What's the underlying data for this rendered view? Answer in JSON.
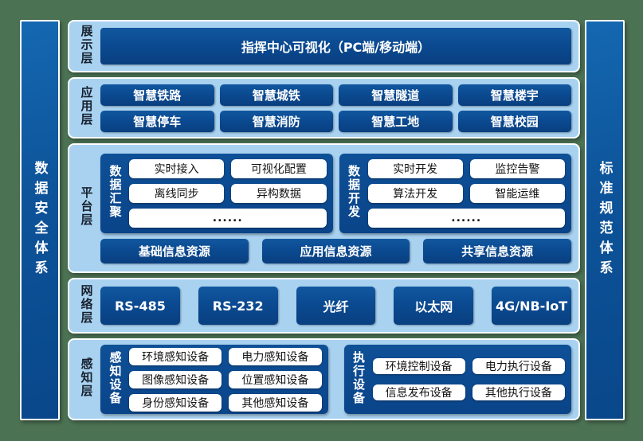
{
  "colors": {
    "background_green": "#4c7254",
    "panel_light_blue": "#a9d2f1",
    "dark_blue": "#0b4a91",
    "white": "#ffffff",
    "label_dark": "#16202e"
  },
  "sidebar_left": {
    "label": "数据安全体系"
  },
  "sidebar_right": {
    "label": "标准规范体系"
  },
  "display_layer": {
    "label": "展示层",
    "bar": "指挥中心可视化（PC端/移动端）"
  },
  "app_layer": {
    "label": "应用层",
    "buttons": [
      "智慧铁路",
      "智慧城铁",
      "智慧隧道",
      "智慧楼宇",
      "智慧停车",
      "智慧消防",
      "智慧工地",
      "智慧校园"
    ]
  },
  "platform_layer": {
    "label": "平台层",
    "group1": {
      "label": "数据汇聚",
      "buttons": [
        "实时接入",
        "可视化配置",
        "离线同步",
        "异构数据"
      ],
      "more": "......"
    },
    "group2": {
      "label": "数据开发",
      "buttons": [
        "实时开发",
        "监控告警",
        "算法开发",
        "智能运维"
      ],
      "more": "......"
    },
    "bars": [
      "基础信息资源",
      "应用信息资源",
      "共享信息资源"
    ]
  },
  "network_layer": {
    "label": "网络层",
    "buttons": [
      "RS-485",
      "RS-232",
      "光纤",
      "以太网",
      "4G/NB-IoT"
    ]
  },
  "perception_layer": {
    "label": "感知层",
    "group1": {
      "label": "感知设备",
      "buttons": [
        "环境感知设备",
        "电力感知设备",
        "图像感知设备",
        "位置感知设备",
        "身份感知设备",
        "其他感知设备"
      ]
    },
    "group2": {
      "label": "执行设备",
      "buttons": [
        "环境控制设备",
        "电力执行设备",
        "信息发布设备",
        "其他执行设备"
      ]
    }
  }
}
